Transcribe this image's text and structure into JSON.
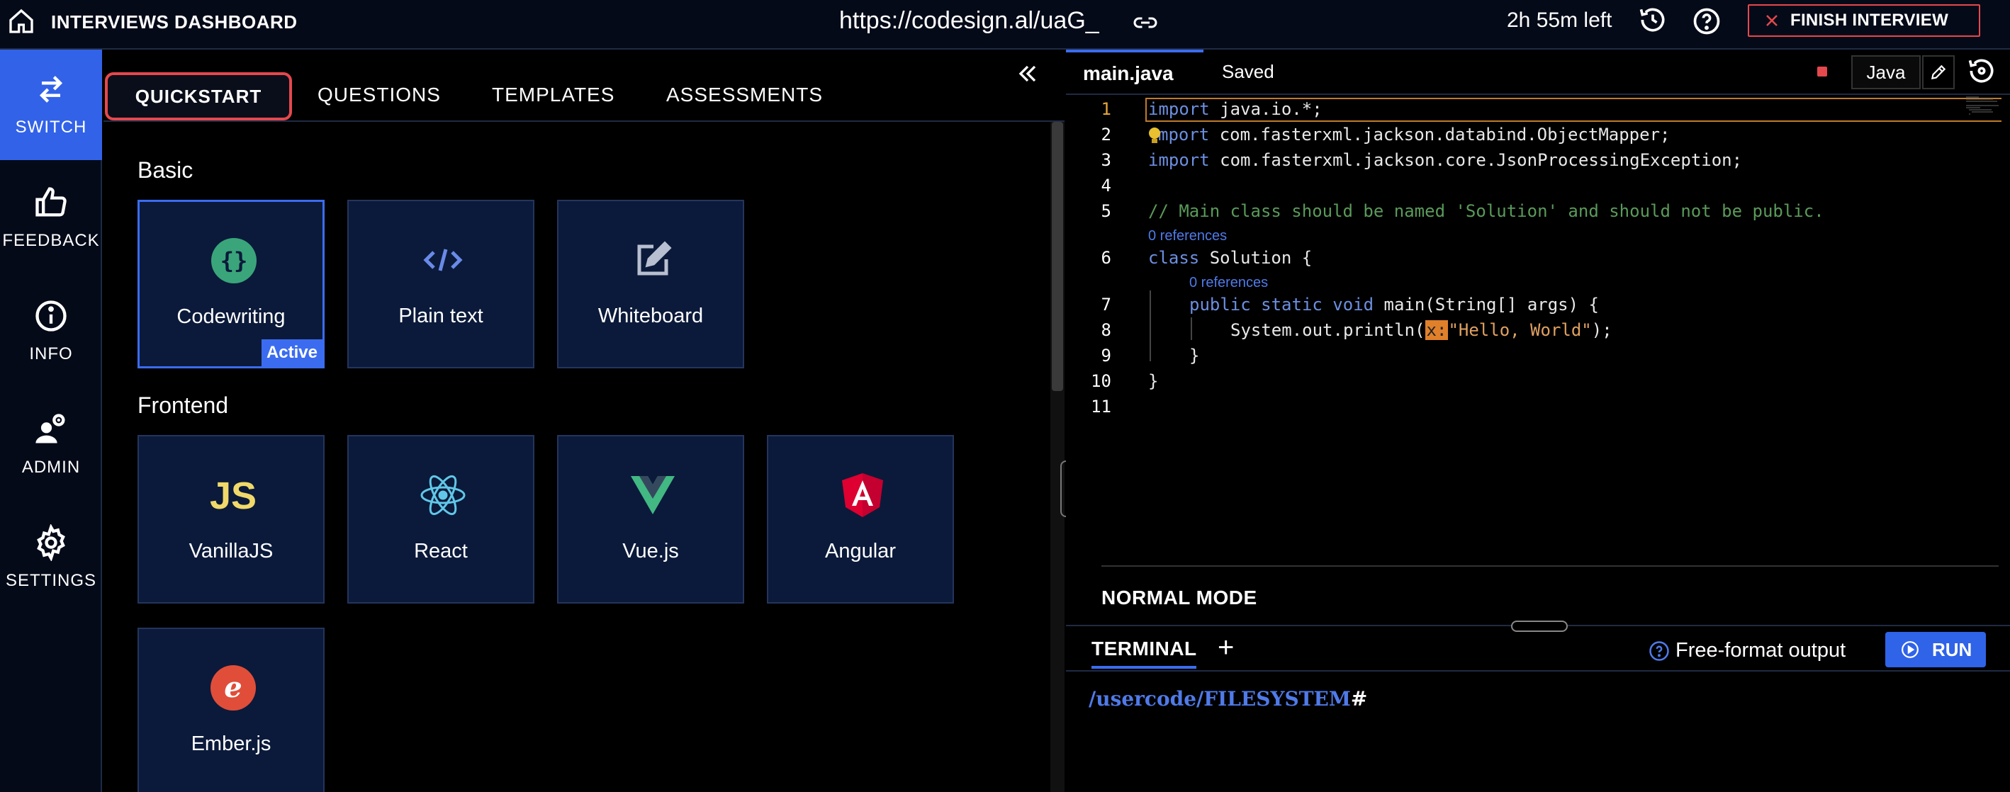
{
  "topbar": {
    "title": "INTERVIEWS DASHBOARD",
    "url": "https://codesign.al/uaG_",
    "time_left": "2h 55m left",
    "finish_label": "FINISH INTERVIEW"
  },
  "sidebar": {
    "items": [
      {
        "label": "SWITCH",
        "icon": "switch-arrows-icon",
        "active": true
      },
      {
        "label": "FEEDBACK",
        "icon": "thumbs-up-icon"
      },
      {
        "label": "INFO",
        "icon": "info-icon"
      },
      {
        "label": "ADMIN",
        "icon": "admin-icon"
      },
      {
        "label": "SETTINGS",
        "icon": "gear-icon"
      }
    ]
  },
  "quickstart": {
    "tabs": [
      "QUICKSTART",
      "QUESTIONS",
      "TEMPLATES",
      "ASSESSMENTS"
    ],
    "active_tab": "QUICKSTART",
    "sections": [
      {
        "title": "Basic",
        "cards": [
          {
            "label": "Codewriting",
            "icon": "braces-icon",
            "badge": "Active"
          },
          {
            "label": "Plain text",
            "icon": "code-tag-icon"
          },
          {
            "label": "Whiteboard",
            "icon": "pencil-box-icon"
          }
        ]
      },
      {
        "title": "Frontend",
        "cards": [
          {
            "label": "VanillaJS",
            "icon": "js-icon"
          },
          {
            "label": "React",
            "icon": "react-icon"
          },
          {
            "label": "Vue.js",
            "icon": "vue-icon"
          },
          {
            "label": "Angular",
            "icon": "angular-icon"
          },
          {
            "label": "Ember.js",
            "icon": "ember-icon"
          }
        ]
      }
    ]
  },
  "editor": {
    "filename": "main.java",
    "status": "Saved",
    "language": "Java",
    "references_label": "0 references",
    "mode": "NORMAL MODE",
    "lines": [
      "1",
      "2",
      "3",
      "4",
      "5",
      "6",
      "7",
      "8",
      "9",
      "10",
      "11"
    ],
    "code": {
      "l1_kw": "import",
      "l1_rest": " java.io.*;",
      "l2_kw": "mport",
      "l2_rest": " com.fasterxml.jackson.databind.ObjectMapper;",
      "l3_kw": "import",
      "l3_rest": " com.fasterxml.jackson.core.JsonProcessingException;",
      "l5_comment": "// Main class should be named 'Solution' and should not be public.",
      "l6_kw": "class",
      "l6_rest": " Solution {",
      "l7_kw": "public static void",
      "l7_rest": " main(String[] args) {",
      "l8_pre": "System.out.println(",
      "l8_hint": "x:",
      "l8_str": "\"Hello, World\"",
      "l8_post": ");",
      "l9": "}",
      "l10": "}"
    }
  },
  "terminal": {
    "tab": "TERMINAL",
    "plus": "+",
    "format_label": "Free-format output",
    "run_label": "RUN",
    "prompt_path": "/usercode/FILESYSTEM",
    "prompt_symbol": "#"
  },
  "colors": {
    "accent": "#3b6cf0",
    "danger": "#e5484d",
    "card_bg": "#0b1a3a"
  }
}
